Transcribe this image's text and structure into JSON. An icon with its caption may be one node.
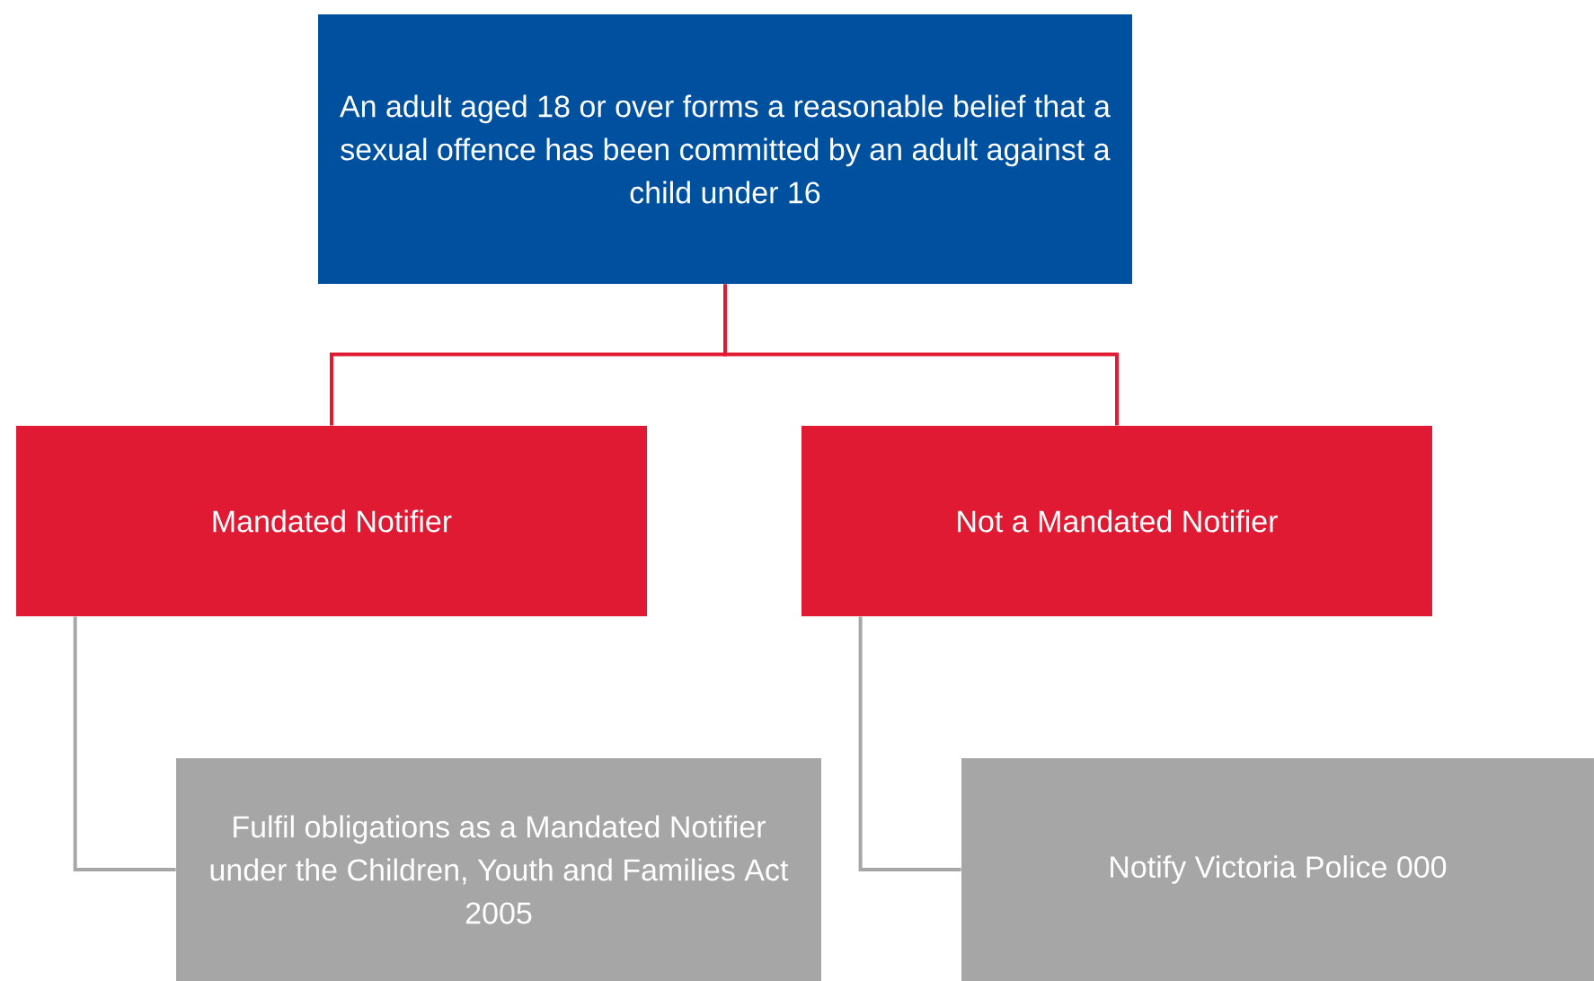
{
  "diagram": {
    "nodes": [
      {
        "text": [
          "An adult aged 18 or over forms a reasonable belief that a sexual offence has been committed by an adult against a child under 16"
        ]
      },
      {
        "text": [
          "Mandated Notifier"
        ]
      },
      {
        "text": [
          "Not a Mandated Notifier"
        ]
      },
      {
        "text": [
          "Fulfil obligations as a Mandated Notifier under the Children, Youth and Families Act 2005"
        ]
      },
      {
        "text": [
          "Notify Victoria Police 000"
        ]
      }
    ],
    "edges": [
      {
        "from": 0,
        "to": 1,
        "arrow": "none",
        "color": "#e01a33"
      },
      {
        "from": 0,
        "to": 2,
        "arrow": "none",
        "color": "#e01a33"
      },
      {
        "from": 1,
        "to": 3,
        "arrow": "none",
        "color": "#a6a6a6"
      },
      {
        "from": 2,
        "to": 4,
        "arrow": "none",
        "color": "#a6a6a6"
      }
    ]
  }
}
